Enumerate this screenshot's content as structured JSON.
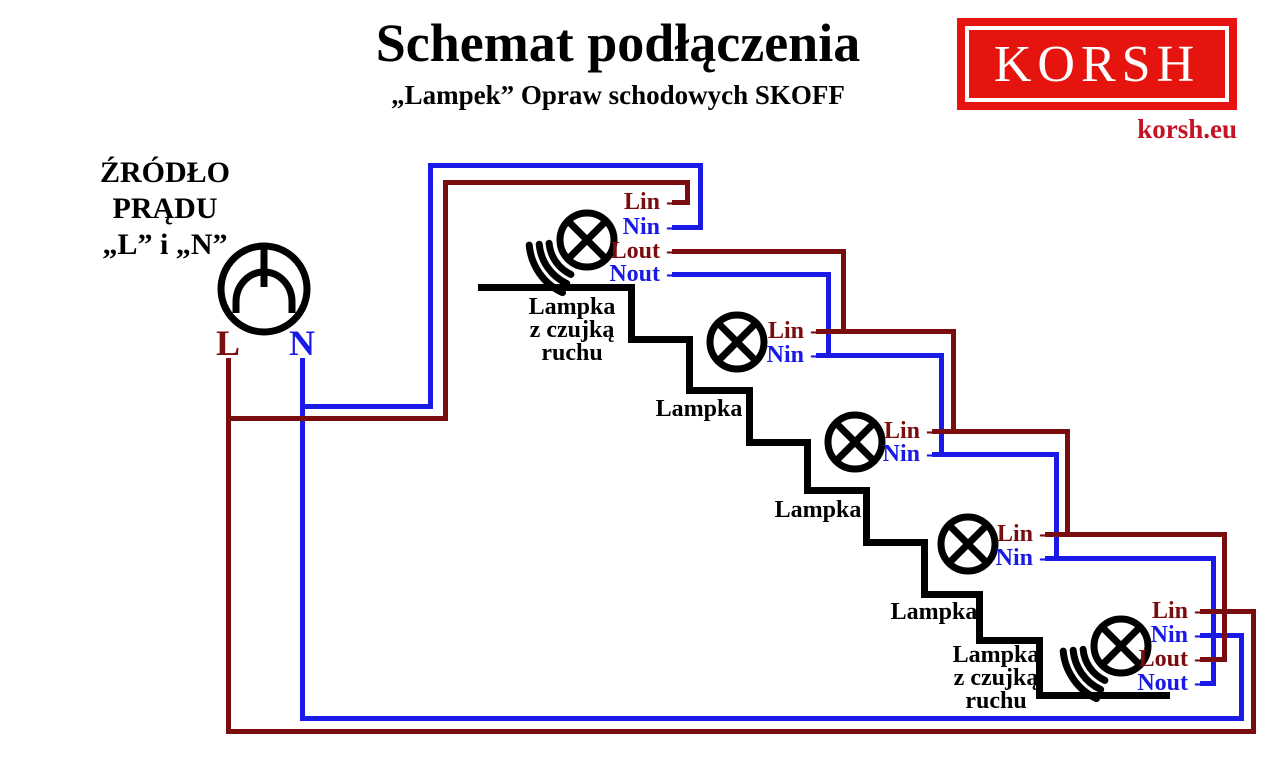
{
  "title": "Schemat podłączenia",
  "subtitle": "„Lampek” Opraw schodowych SKOFF",
  "brand": {
    "logo_text": "KORSH",
    "website": "korsh.eu"
  },
  "power_source": {
    "title_lines": [
      "ŹRÓDŁO",
      "PRĄDU",
      "„L” i „N”"
    ],
    "live_label": "L",
    "neutral_label": "N"
  },
  "lamps": [
    {
      "name": "stair-lamp-1",
      "has_motion_sensor": true,
      "label_lines": [
        "Lampka",
        "z czujką",
        "ruchu"
      ],
      "terminals": [
        "Lin -",
        "Nin -",
        "Lout -",
        "Nout -"
      ]
    },
    {
      "name": "stair-lamp-2",
      "has_motion_sensor": false,
      "label_lines": [
        "Lampka"
      ],
      "terminals": [
        "Lin -",
        "Nin -"
      ]
    },
    {
      "name": "stair-lamp-3",
      "has_motion_sensor": false,
      "label_lines": [
        "Lampka"
      ],
      "terminals": [
        "Lin -",
        "Nin -"
      ]
    },
    {
      "name": "stair-lamp-4",
      "has_motion_sensor": false,
      "label_lines": [
        "Lampka"
      ],
      "terminals": [
        "Lin -",
        "Nin -"
      ]
    },
    {
      "name": "stair-lamp-5",
      "has_motion_sensor": true,
      "label_lines": [
        "Lampka",
        "z czujką",
        "ruchu"
      ],
      "terminals": [
        "Lin -",
        "Nin -",
        "Lout -",
        "Nout -"
      ]
    }
  ],
  "colors": {
    "live_wire": "#7A0D0D",
    "neutral_wire": "#1A1AE6",
    "stairs": "#000000",
    "logo_red": "#E5140E",
    "website_text": "#C41425"
  }
}
